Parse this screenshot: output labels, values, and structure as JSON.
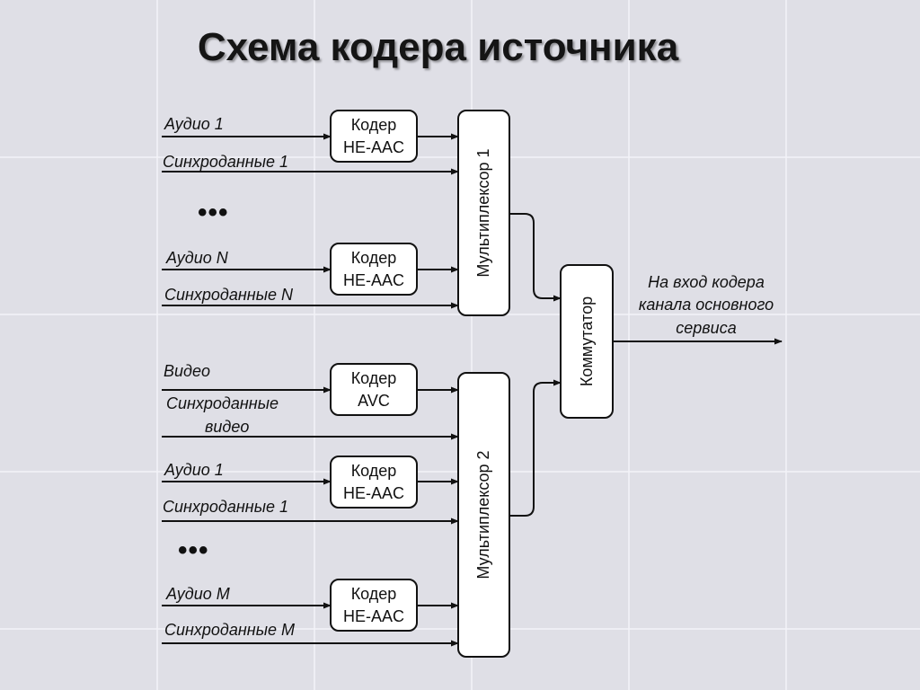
{
  "title": "Схема кодера источника",
  "inputs": {
    "audio1_top": "Аудио 1",
    "sync1_top": "Синхроданные 1",
    "audioN": "Аудио N",
    "syncN": "Синхроданные N",
    "video": "Видео",
    "sync_video_line1": "Синхроданные",
    "sync_video_line2": "видео",
    "audio1_bottom": "Аудио 1",
    "sync1_bottom": "Синхроданные 1",
    "audioM": "Аудио М",
    "syncM": "Синхроданные М"
  },
  "ellipsis": "•••",
  "encoders": {
    "aac_line1": "Кодер",
    "aac_line2": "HE-AAC",
    "avc_line1": "Кодер",
    "avc_line2": "AVC"
  },
  "mux1": "Мультиплексор 1",
  "mux2": "Мультиплексор 2",
  "switch": "Коммутатор",
  "output": {
    "line1": "На вход кодера",
    "line2": "канала основного",
    "line3": "сервиса"
  }
}
